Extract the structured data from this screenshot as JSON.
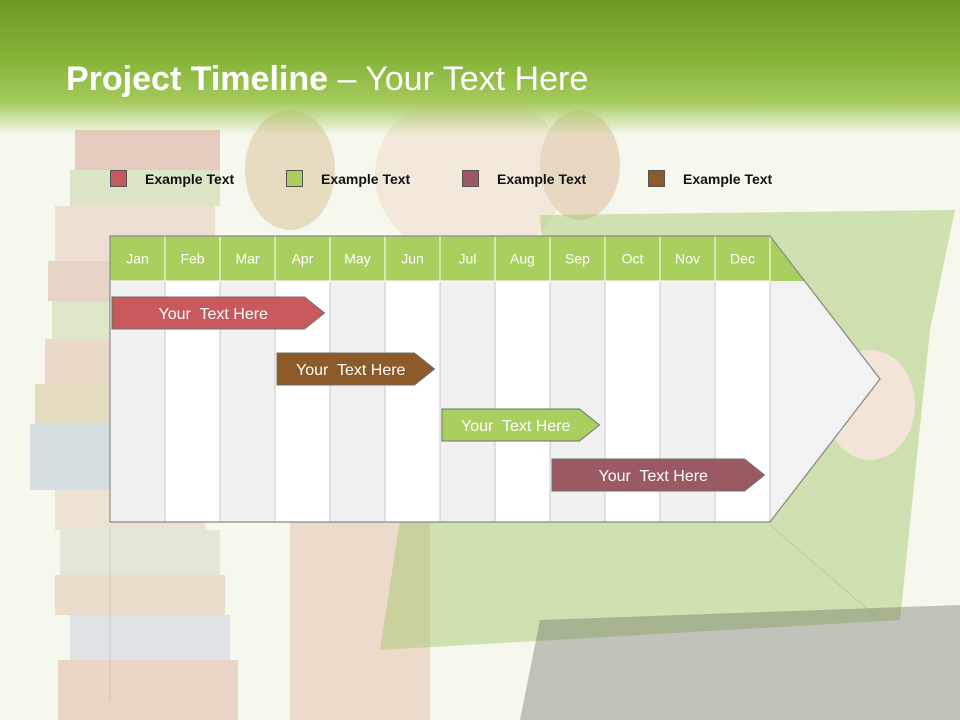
{
  "slide": {
    "title_bold": "Project Timeline",
    "title_rest": " – Your Text Here"
  },
  "legend": [
    {
      "label": "Example Text",
      "color": "#c85a5e"
    },
    {
      "label": "Example Text",
      "color": "#a9cf5e"
    },
    {
      "label": "Example Text",
      "color": "#9b5a63"
    },
    {
      "label": "Example Text",
      "color": "#8d5a2a"
    }
  ],
  "timeline": {
    "months": [
      "Jan",
      "Feb",
      "Mar",
      "Apr",
      "May",
      "Jun",
      "Jul",
      "Aug",
      "Sep",
      "Oct",
      "Nov",
      "Dec"
    ],
    "header_color": "#a9cf5e",
    "tasks": [
      {
        "label": "Your  Text Here",
        "color": "#c85a5e",
        "start_month": "Jan",
        "end_month": "Apr"
      },
      {
        "label": "Your  Text Here",
        "color": "#8d5a2a",
        "start_month": "Apr",
        "end_month": "Jun"
      },
      {
        "label": "Your  Text Here",
        "color": "#a9cf5e",
        "start_month": "Jul",
        "end_month": "Sep"
      },
      {
        "label": "Your  Text Here",
        "color": "#9b5a63",
        "start_month": "Sep",
        "end_month": "Dec"
      }
    ]
  }
}
